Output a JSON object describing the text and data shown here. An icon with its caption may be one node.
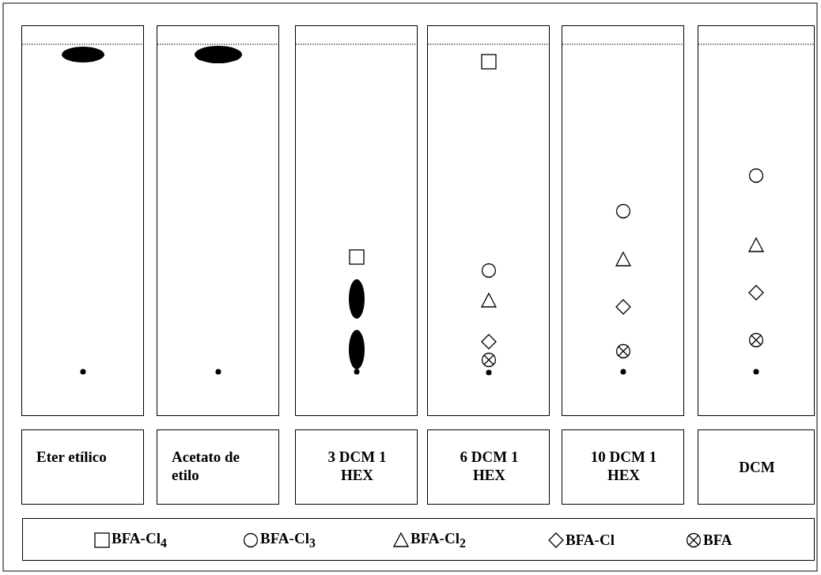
{
  "diagram": {
    "nodes": [
      {
        "text": [],
        "shape": "box"
      },
      {
        "text": [],
        "shape": "box"
      },
      {
        "text": [],
        "shape": "box"
      },
      {
        "text": [],
        "shape": "box"
      },
      {
        "text": [],
        "shape": "box"
      },
      {
        "text": [],
        "shape": "box"
      },
      {
        "text": [
          "Eter etílico"
        ]
      },
      {
        "text": [
          "Acetato de etilo"
        ]
      },
      {
        "text": [
          "3 DCM 1 HEX"
        ]
      },
      {
        "text": [
          "6 DCM 1 HEX"
        ]
      },
      {
        "text": [
          "10 DCM 1 HEX"
        ]
      },
      {
        "text": [
          "DCM"
        ]
      }
    ],
    "legend": [
      {
        "text": "BFA-Cl$_{4}$"
      },
      {
        "text": "BFA-Cl$_{3}$"
      },
      {
        "text": "BFA-Cl$_{2}$"
      },
      {
        "text": "BFA-Cl"
      },
      {
        "text": "BFA"
      }
    ]
  }
}
